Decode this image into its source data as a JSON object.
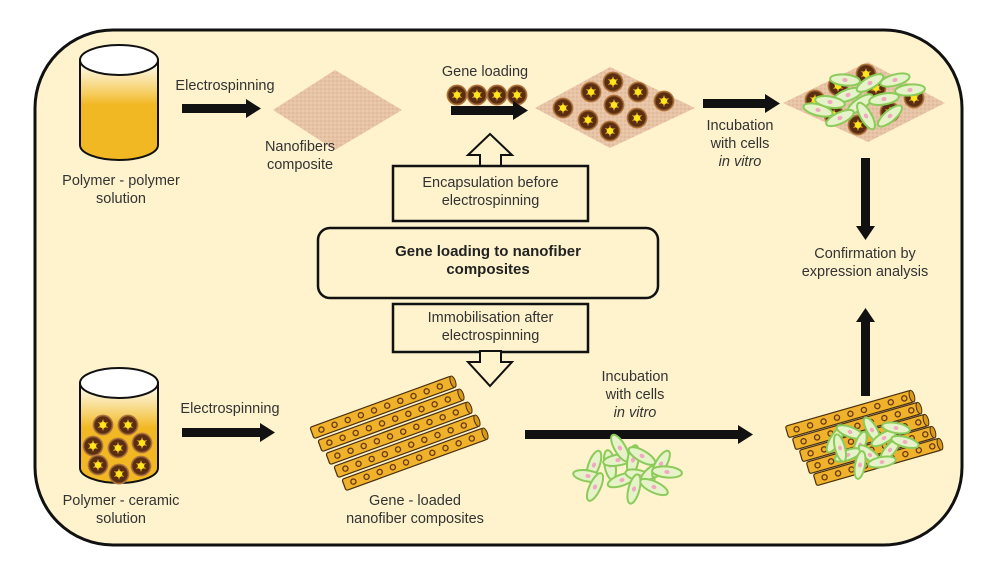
{
  "diagram": {
    "title": "Gene loading to nanofiber composites",
    "colors": {
      "panel_fill": "#FEF3CD",
      "panel_border": "#111111",
      "solution_fill": "#F2B823",
      "mat_fill": "#E8C4A6",
      "gene_bead_outer": "#5A2E12",
      "gene_bead_core": "#FFE61A",
      "fiber_fill": "#F0B22A",
      "cell_fill": "#E6F2C8",
      "cell_outline": "#8CCB5A",
      "cell_nucleus": "#F2A8C0"
    },
    "center_box": {
      "line1": "Gene loading to nanofiber",
      "line2": "composites"
    },
    "upper_path": {
      "branch_box": {
        "line1": "Encapsulation before",
        "line2": "electrospinning"
      },
      "solution_label": {
        "line1": "Polymer - polymer",
        "line2": "solution"
      },
      "step1_label": "Electrospinning",
      "mat_label": {
        "line1": "Nanofibers",
        "line2": "composite"
      },
      "step2_label": "Gene loading",
      "step3_label": {
        "line1": "Incubation",
        "line2": "with cells",
        "line3": "in vitro"
      }
    },
    "lower_path": {
      "branch_box": {
        "line1": "Immobilisation after",
        "line2": "electrospinning"
      },
      "solution_label": {
        "line1": "Polymer - ceramic",
        "line2": "solution"
      },
      "step1_label": "Electrospinning",
      "fibers_label": {
        "line1": "Gene - loaded",
        "line2": "nanofiber composites"
      },
      "step2_label": {
        "line1": "Incubation",
        "line2": "with cells",
        "line3": "in vitro"
      }
    },
    "result": {
      "line1": "Confirmation by",
      "line2": "expression analysis"
    }
  }
}
